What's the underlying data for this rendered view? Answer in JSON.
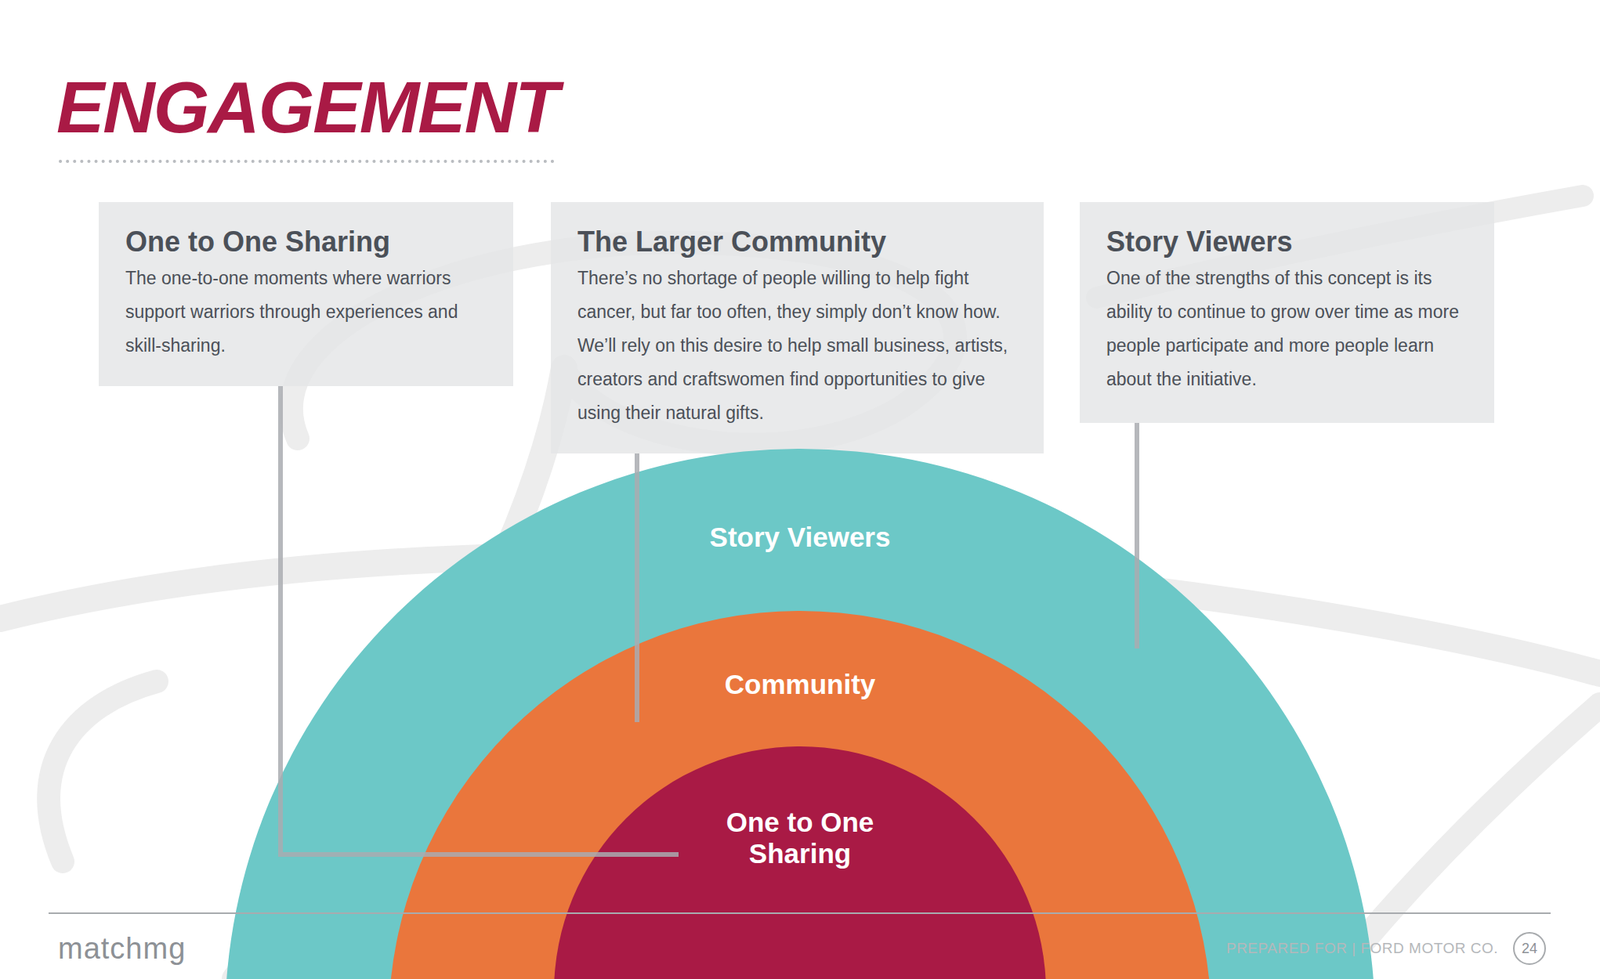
{
  "diagram": {
    "title": "ENGAGEMENT",
    "nodes": [
      {
        "text": [
          "One to One Sharing",
          "The one-to-one moments where warriors support warriors through experiences and skill-sharing."
        ]
      },
      {
        "text": [
          "The Larger Community",
          "There’s no shortage of people willing to help fight cancer, but far too often, they simply don’t know how. We’ll rely on this desire to help small business, artists, creators and craftswomen find opportunities to give using their natural gifts."
        ]
      },
      {
        "text": [
          "Story Viewers",
          "One of the strengths of this concept is its ability to continue to grow over time as more people participate and more people learn about the initiative."
        ]
      },
      {
        "text": [
          "Story Viewers"
        ]
      },
      {
        "text": [
          "Community"
        ],
        "in": 3
      },
      {
        "text": [
          "One to One Sharing"
        ],
        "in": 4
      }
    ],
    "edges": [
      {
        "from": 0,
        "to": 5,
        "arrow": "none"
      },
      {
        "from": 1,
        "to": 4,
        "arrow": "none"
      },
      {
        "from": 2,
        "to": 3,
        "arrow": "none"
      }
    ],
    "labels": [
      "matchmg",
      "PREPARED FOR | FORD MOTOR CO.",
      "24"
    ]
  }
}
